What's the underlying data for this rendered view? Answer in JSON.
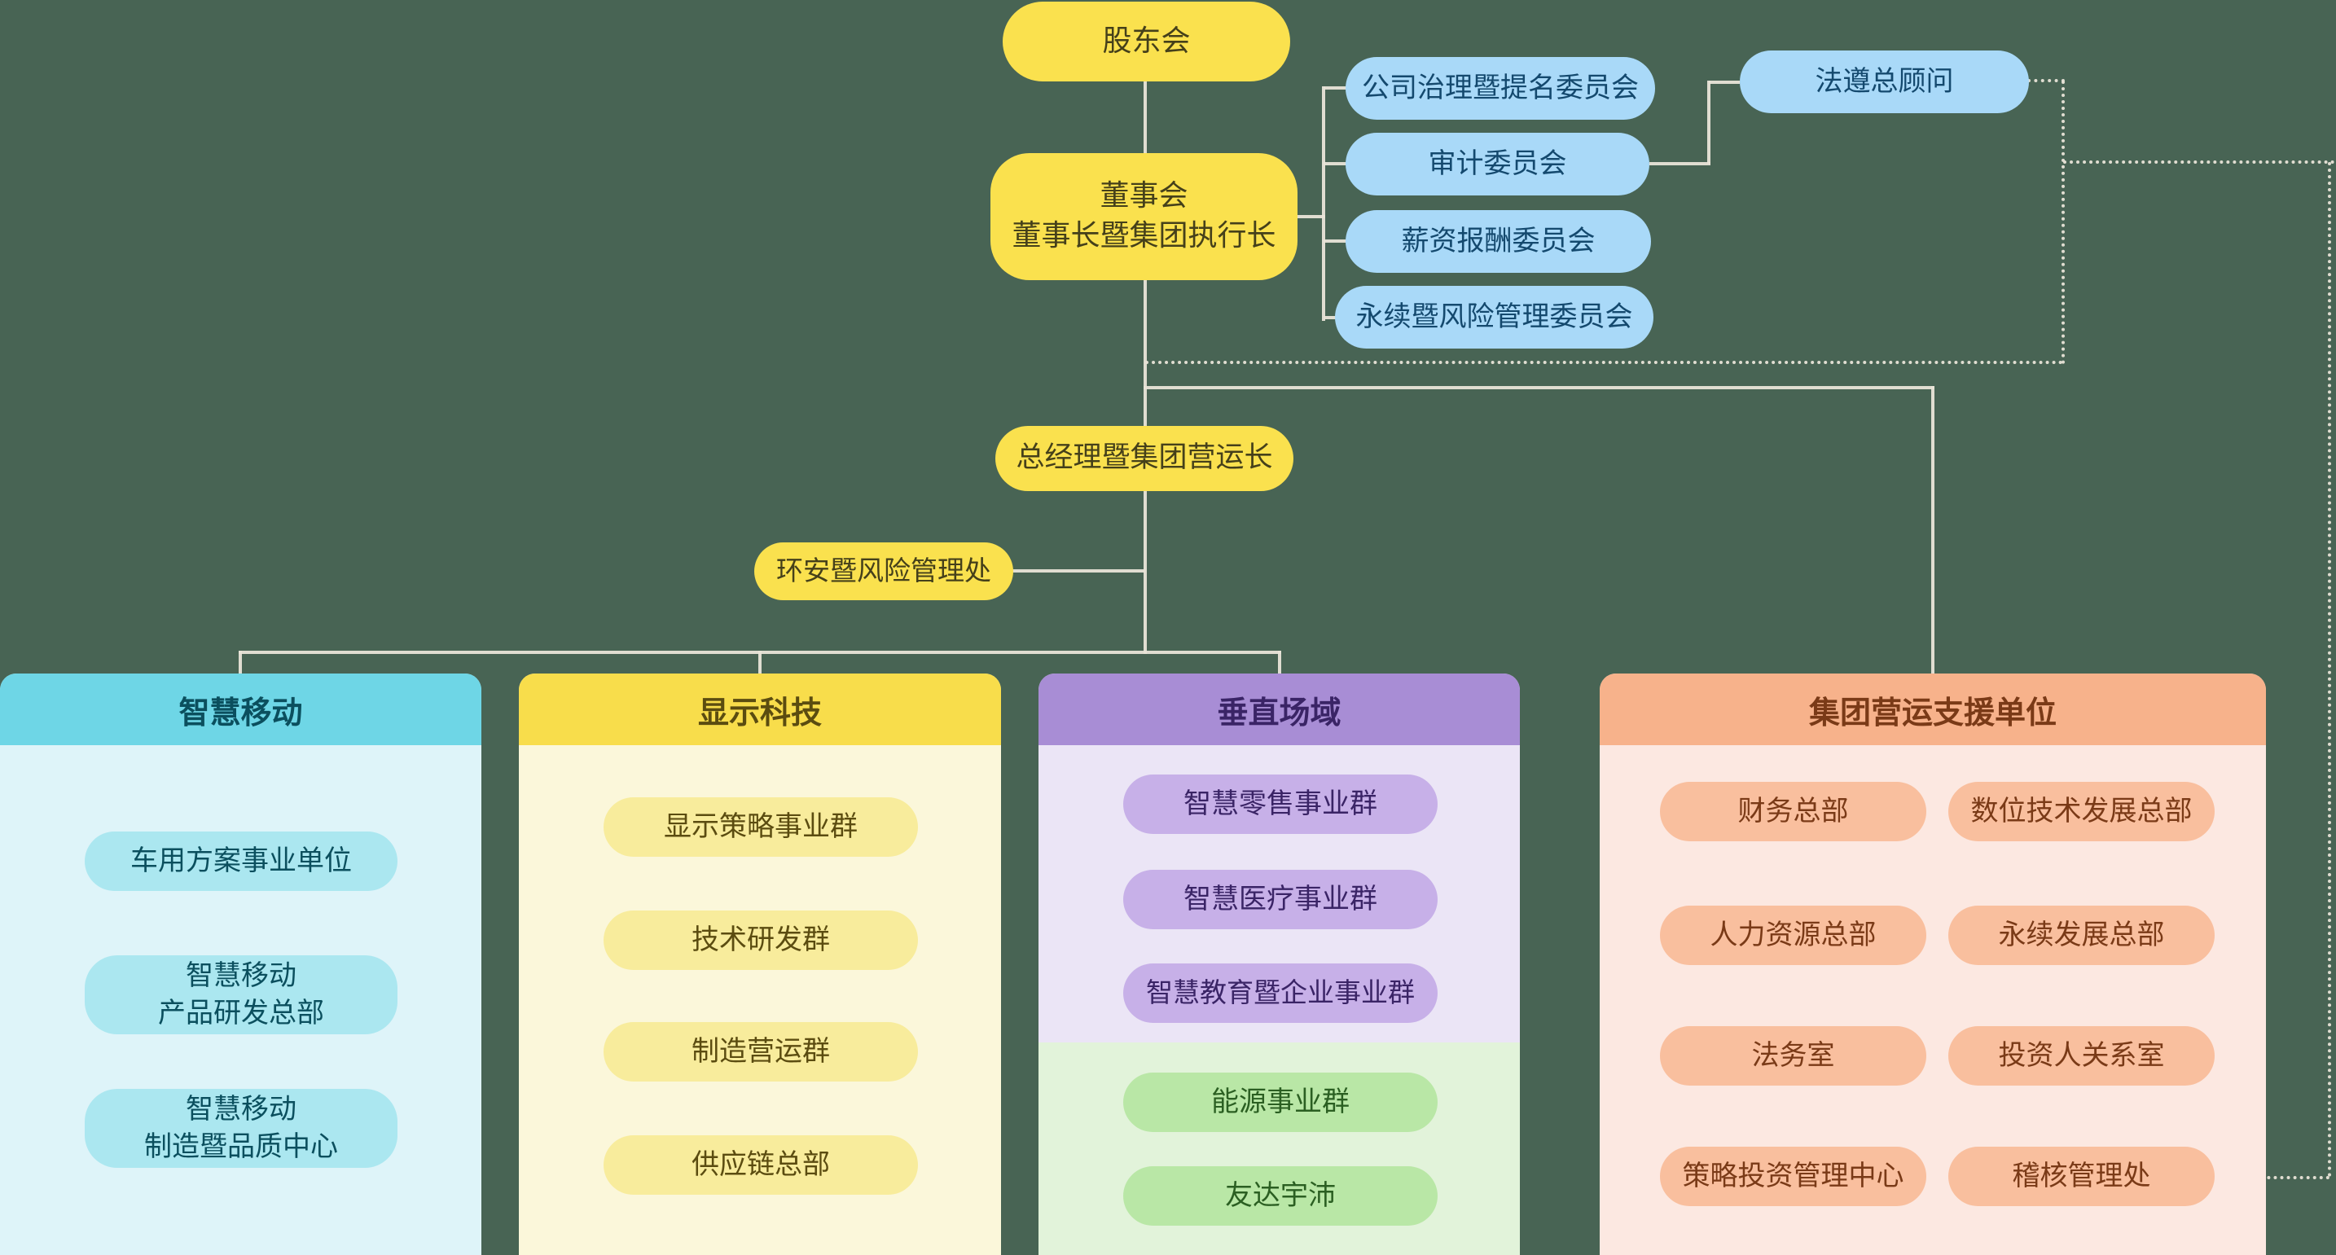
{
  "org": {
    "shareholders": "股东会",
    "board": "董事会\n董事长暨集团执行长",
    "committees": [
      "公司治理暨提名委员会",
      "审计委员会",
      "薪资报酬委员会",
      "永续暨风险管理委员会"
    ],
    "chief_compliance": "法遵总顾问",
    "president": "总经理暨集团营运长",
    "esh_risk": "环安暨风险管理处",
    "divisions": [
      {
        "title": "智慧移动",
        "items": [
          "车用方案事业单位",
          "智慧移动\n产品研发总部",
          "智慧移动\n制造暨品质中心"
        ]
      },
      {
        "title": "显示科技",
        "items": [
          "显示策略事业群",
          "技术研发群",
          "制造营运群",
          "供应链总部"
        ]
      },
      {
        "title": "垂直场域",
        "items": [
          "智慧零售事业群",
          "智慧医疗事业群",
          "智慧教育暨企业事业群"
        ],
        "sub_items": [
          "能源事业群",
          "友达宇沛"
        ]
      },
      {
        "title": "集团营运支援单位",
        "items": [
          "财务总部",
          "数位技术发展总部",
          "人力资源总部",
          "永续发展总部",
          "法务室",
          "投资人关系室",
          "策略投资管理中心",
          "稽核管理处"
        ]
      }
    ]
  },
  "colors": {
    "background": "#486454",
    "connector": "#e9e4d8",
    "executive_yellow": "#fae14e",
    "committee_blue": "#a9d9f8",
    "smart_mobility_cyan": "#6ed6e6",
    "smart_mobility_body": "#def4f9",
    "display_tech_yellow": "#f8dd4b",
    "display_tech_body": "#fbf7da",
    "vertical_domain_purple": "#a88dd5",
    "vertical_domain_body": "#ebe5f6",
    "energy_green_body": "#e2f3da",
    "energy_green_pill": "#b9e7a6",
    "support_orange": "#f7b28b",
    "support_body": "#fce8e1"
  }
}
